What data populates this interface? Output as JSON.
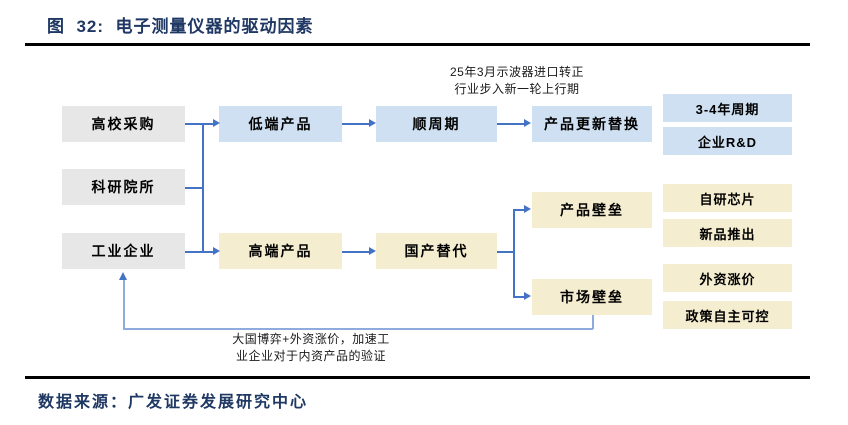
{
  "header": {
    "title": "图  32:  电子测量仪器的驱动因素"
  },
  "footer": {
    "source": "数据来源：广发证券发展研究中心"
  },
  "colors": {
    "title_navy": "#1f3864",
    "box_gray": "#e8e7e7",
    "box_blue": "#cee0f1",
    "box_cream": "#f5edcf",
    "connector_blue": "#4472c4",
    "feedback_blue": "#8faadc",
    "divider_black": "#000000"
  },
  "diagram": {
    "source_boxes": [
      {
        "label": "高校采购"
      },
      {
        "label": "科研院所"
      },
      {
        "label": "工业企业"
      }
    ],
    "top_path": [
      {
        "label": "低端产品"
      },
      {
        "label": "顺周期"
      },
      {
        "label": "产品更新替换"
      }
    ],
    "bottom_path": [
      {
        "label": "高端产品"
      },
      {
        "label": "国产替代"
      },
      {
        "label": "产品壁垒"
      },
      {
        "label": "市场壁垒"
      }
    ],
    "right_column_top": [
      {
        "label": "3-4年周期"
      },
      {
        "label": "企业R&D"
      }
    ],
    "right_column_bottom": [
      {
        "label": "自研芯片"
      },
      {
        "label": "新品推出"
      },
      {
        "label": "外资涨价"
      },
      {
        "label": "政策自主可控"
      }
    ],
    "annotation_top": {
      "line1": "25年3月示波器进口转正",
      "line2": "行业步入新一轮上行期"
    },
    "annotation_bottom": {
      "line1": "大国博弈+外资涨价，加速工",
      "line2": "业企业对于内资产品的验证"
    }
  }
}
